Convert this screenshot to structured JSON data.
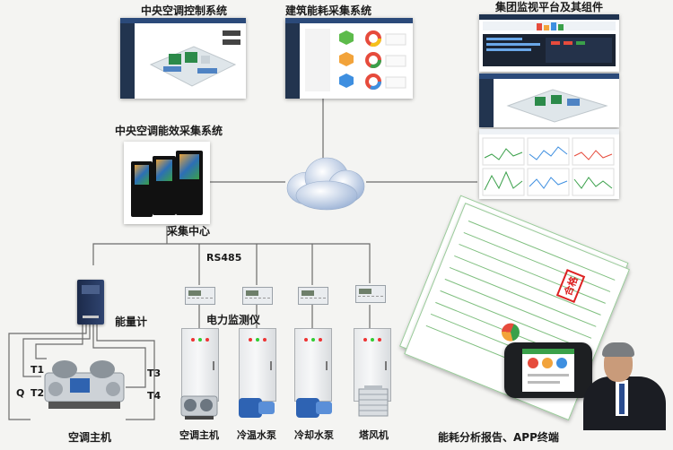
{
  "labels": {
    "hvac_control": "中央空调控制系统",
    "building_energy": "建筑能耗采集系统",
    "group_monitor": "集团监视平台及其组件",
    "hvac_energy_collect": "中央空调能效采集系统",
    "collect_center": "采集中心",
    "rs485": "RS485",
    "energy_meter": "能量计",
    "power_meter": "电力监测仪",
    "t1": "T1",
    "t2": "T2",
    "t3": "T3",
    "t4": "T4",
    "q": "Q",
    "chiller_left": "空调主机",
    "chiller": "空调主机",
    "chilled_pump": "冷温水泵",
    "cooling_pump": "冷却水泵",
    "tower_fan": "塔风机",
    "report_app": "能耗分析报告、APP终端"
  },
  "stamp_text": "合格",
  "colors": {
    "line": "#6b6b6b",
    "accent_blue": "#2b4a7a",
    "accent_green": "#3aa04a",
    "stamp_red": "#d22222"
  },
  "icons": [
    "cloud-icon",
    "server-cabinet-icon",
    "energy-meter-icon",
    "power-meter-icon",
    "electrical-cabinet-icon",
    "chiller-icon",
    "water-pump-icon",
    "cooling-tower-icon",
    "report-icon",
    "phone-icon",
    "person-icon"
  ]
}
